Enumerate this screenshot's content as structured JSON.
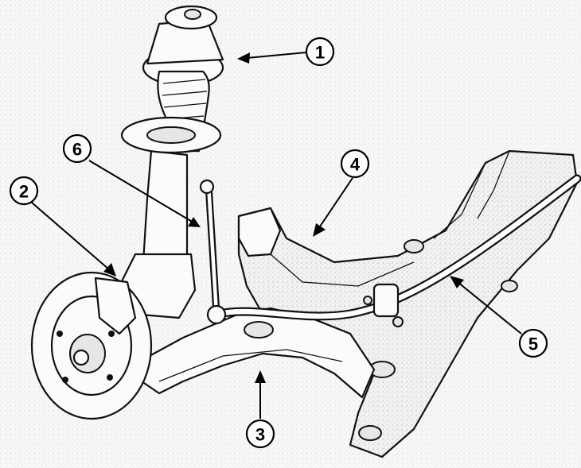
{
  "callouts": [
    {
      "id": "callout-1",
      "label": "1"
    },
    {
      "id": "callout-2",
      "label": "2"
    },
    {
      "id": "callout-3",
      "label": "3"
    },
    {
      "id": "callout-4",
      "label": "4"
    },
    {
      "id": "callout-5",
      "label": "5"
    },
    {
      "id": "callout-6",
      "label": "6"
    }
  ],
  "colors": {
    "ink": "#000000",
    "paper": "#ffffff",
    "shade": "#e6e6e6"
  }
}
